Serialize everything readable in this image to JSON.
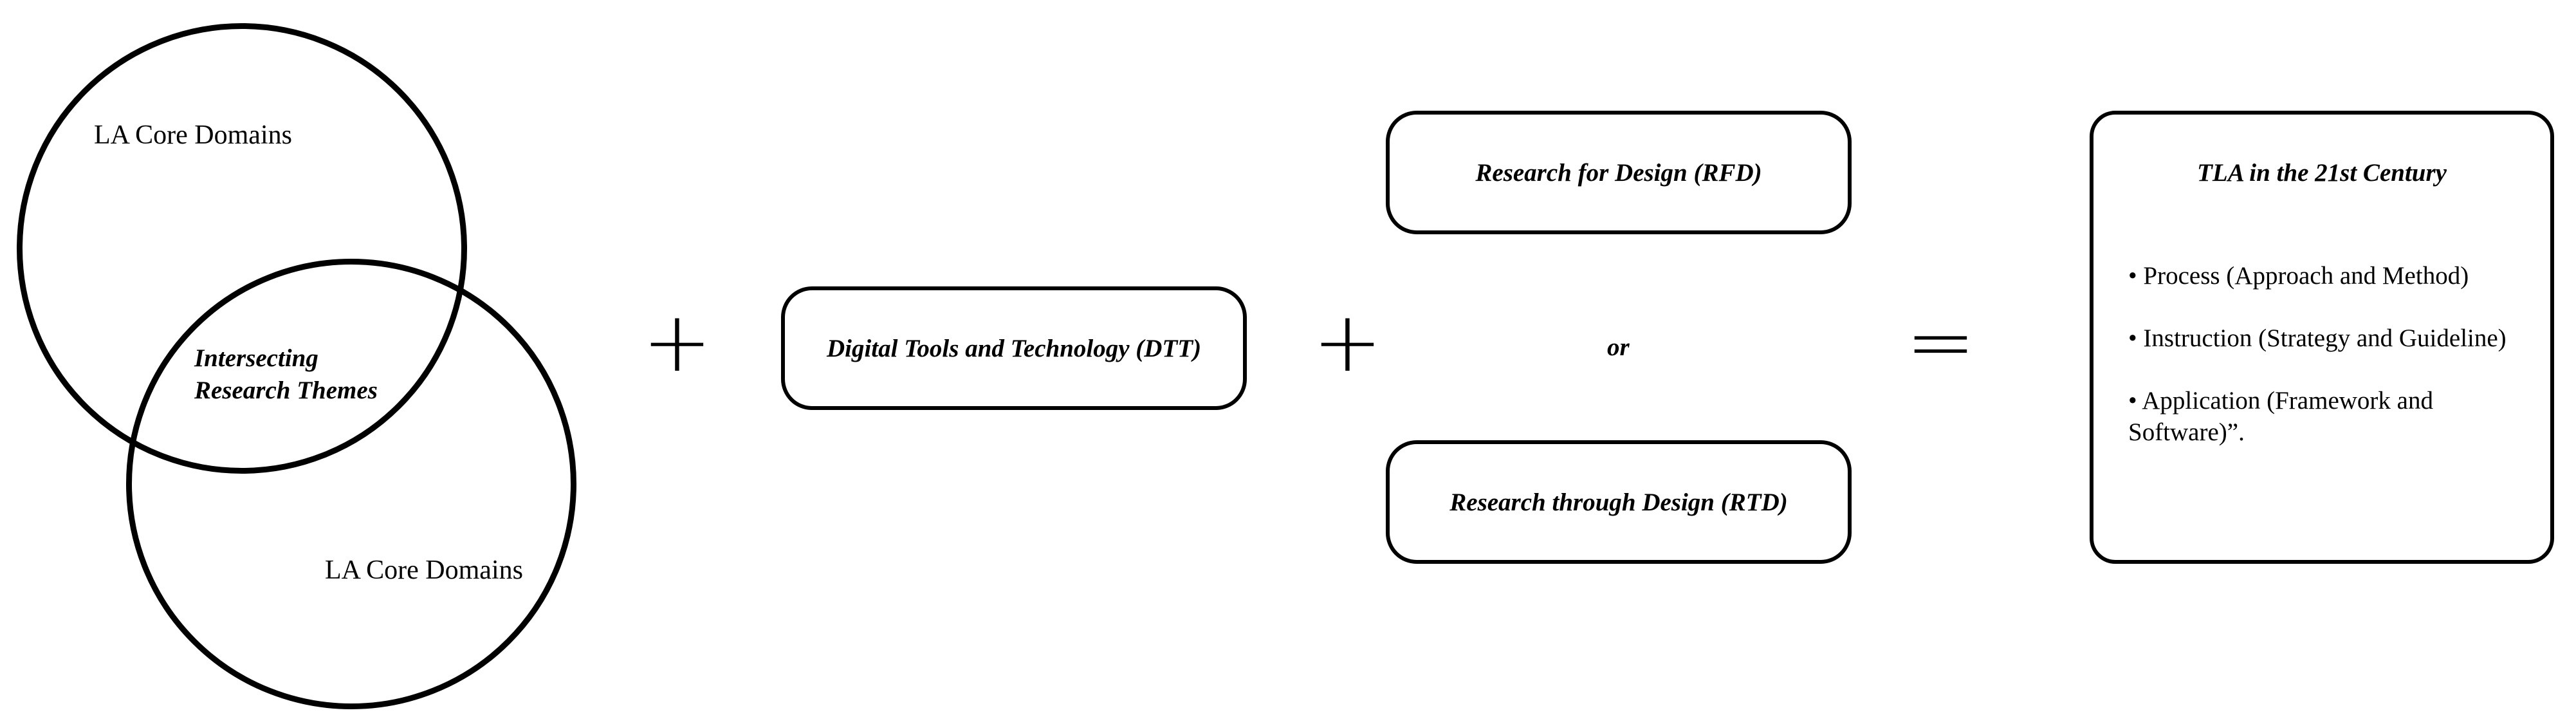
{
  "venn": {
    "top_label": "LA Core Domains",
    "bottom_label": "LA Core Domains",
    "intersection_line1": "Intersecting",
    "intersection_line2": "Research Themes"
  },
  "operators": {
    "plus1": "+",
    "plus2": "+",
    "equals": "="
  },
  "dtt_box": {
    "label": "Digital Tools and Technology (DTT)"
  },
  "research": {
    "rfd_label": "Research for Design (RFD)",
    "or_label": "or",
    "rtd_label": "Research through Design (RTD)"
  },
  "result": {
    "title": "TLA in the 21st Century",
    "items": [
      "• Process (Approach and Method)",
      "• Instruction (Strategy and Guideline)",
      "• Application (Framework and Software)”."
    ]
  }
}
